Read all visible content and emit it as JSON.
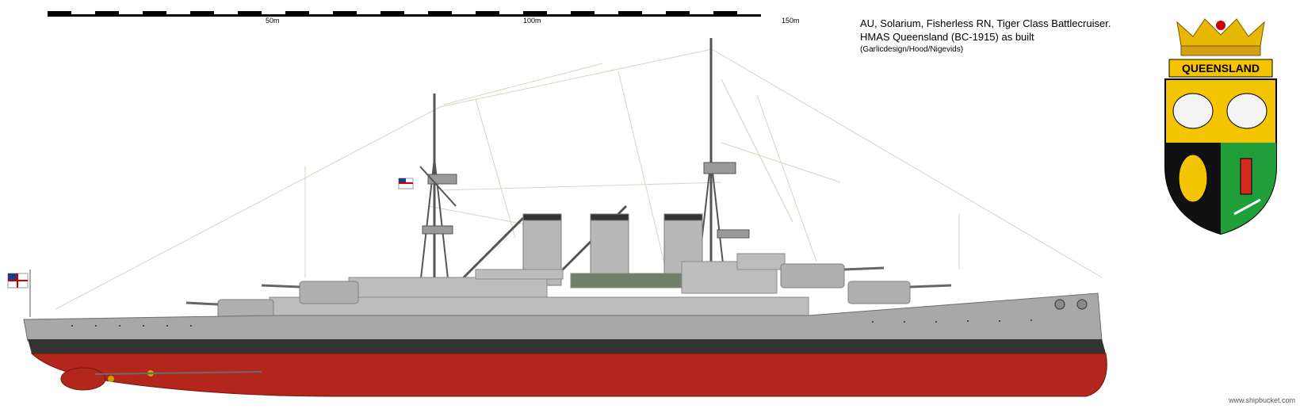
{
  "scale": {
    "labels": [
      "50m",
      "100m",
      "150m"
    ]
  },
  "title": {
    "line1": "AU, Solarium, Fisherless RN, Tiger Class Battlecruiser.",
    "line2": "HMAS Queensland (BC-1915) as built",
    "line3": "(Garlicdesign/Hood/Nigevids)"
  },
  "crest": {
    "banner": "QUEENSLAND"
  },
  "credit": "www.shipbucket.com",
  "colors": {
    "hull_grey": "#a8a8a8",
    "superstructure_grey": "#bdbdbd",
    "boot_topping": "#333333",
    "anti_fouling_red": "#b2261c",
    "crest_yellow": "#f5c400",
    "crest_black": "#111111",
    "crest_green": "#1f9e3a",
    "crest_red": "#d12a1e"
  }
}
